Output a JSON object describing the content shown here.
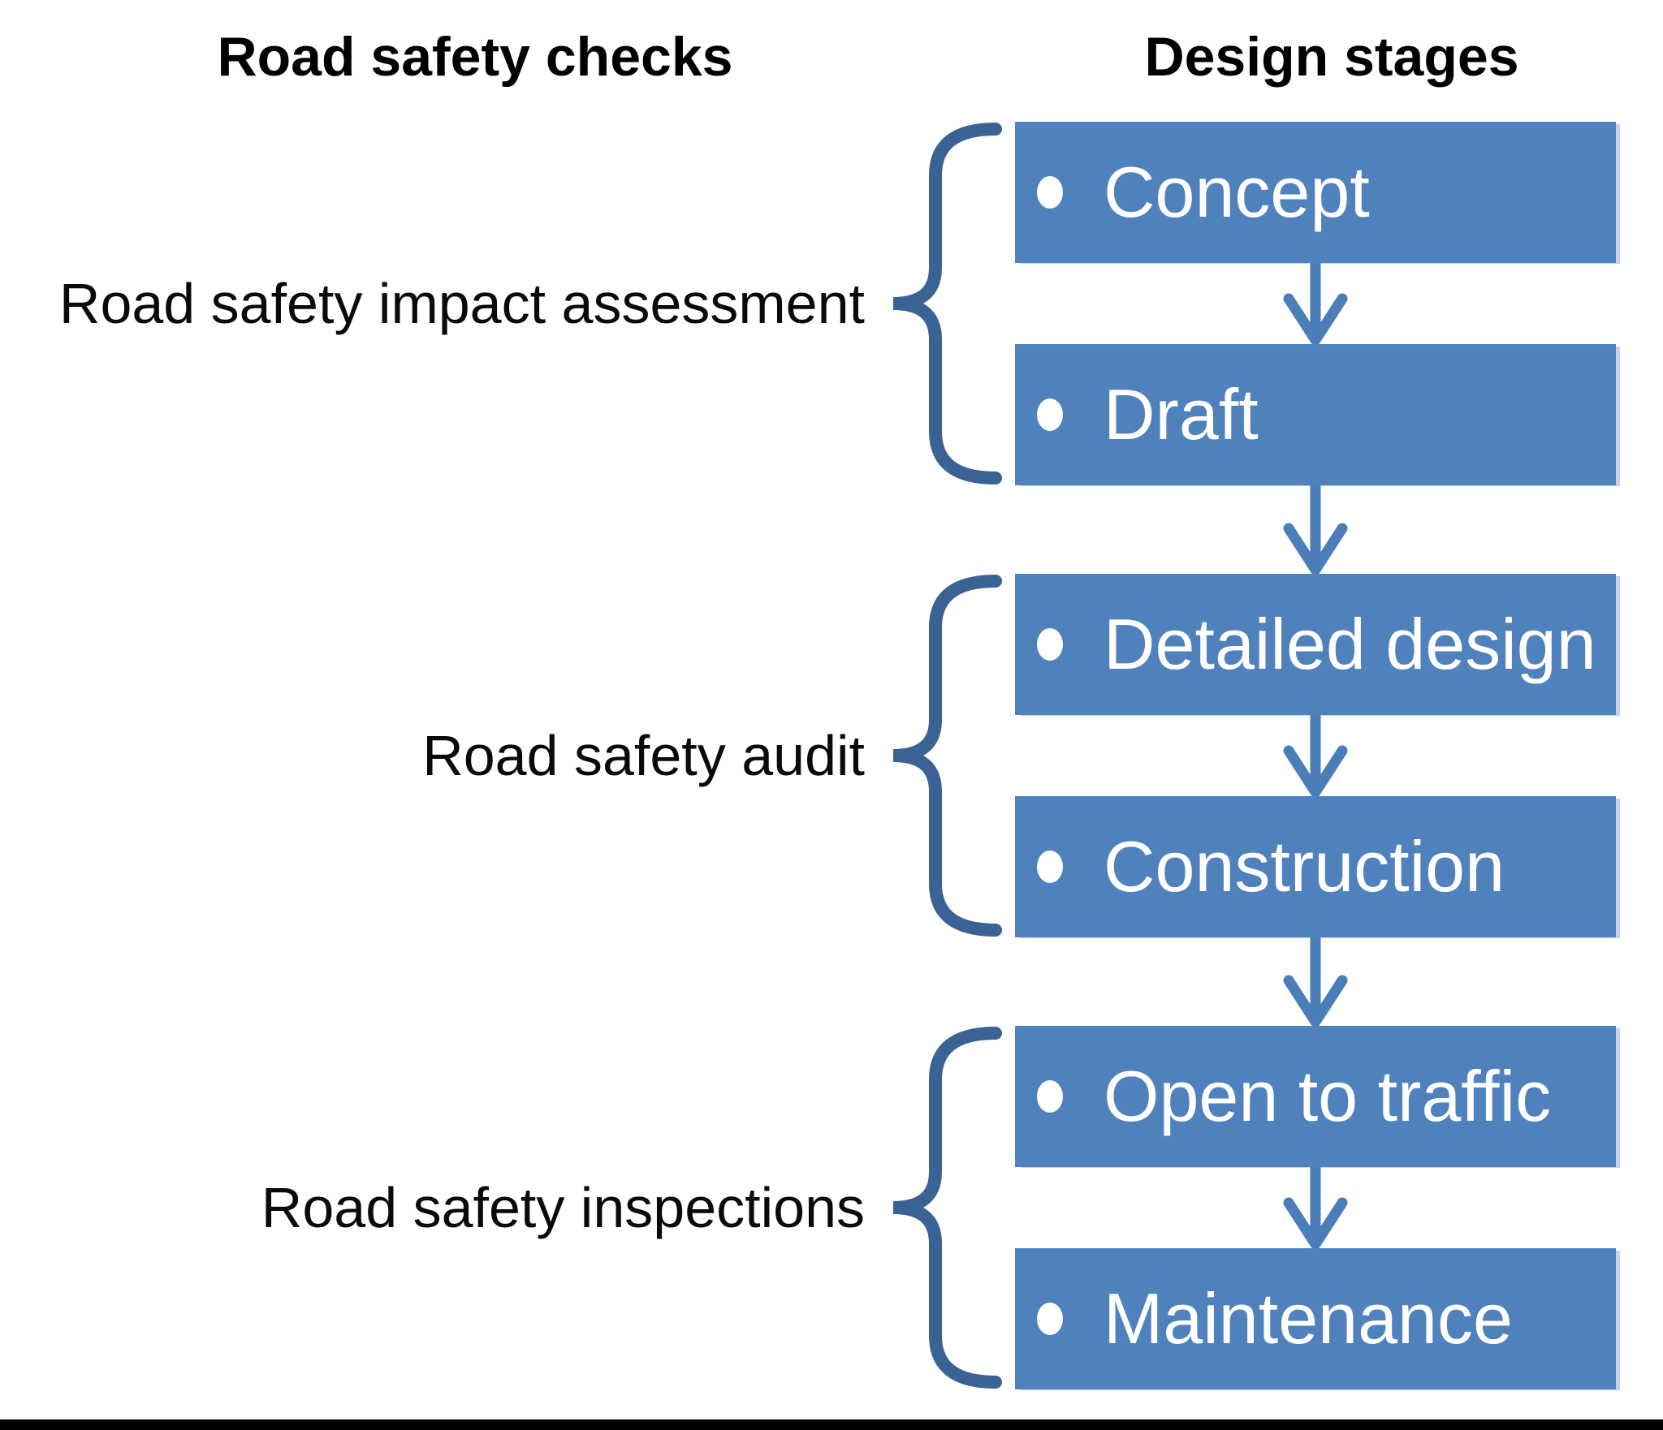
{
  "headers": {
    "left": "Road safety checks",
    "right": "Design stages"
  },
  "groups": [
    {
      "check": "Road safety impact assessment",
      "stages": [
        "Concept",
        "Draft"
      ]
    },
    {
      "check": "Road safety audit",
      "stages": [
        "Detailed design",
        "Construction"
      ]
    },
    {
      "check": "Road safety inspections",
      "stages": [
        "Open to traffic",
        "Maintenance"
      ]
    }
  ],
  "icons": {
    "bullet": "filled-white-circle",
    "arrow": "down-arrow-chevron",
    "brace": "left-curly-brace"
  },
  "colors": {
    "stage_box_fill": "#4f81bd",
    "stage_box_text": "#ffffff",
    "arrow": "#4b7db9",
    "brace": "#3a6294",
    "label_text": "#0a0a0a",
    "bottom_rule": "#000000"
  }
}
